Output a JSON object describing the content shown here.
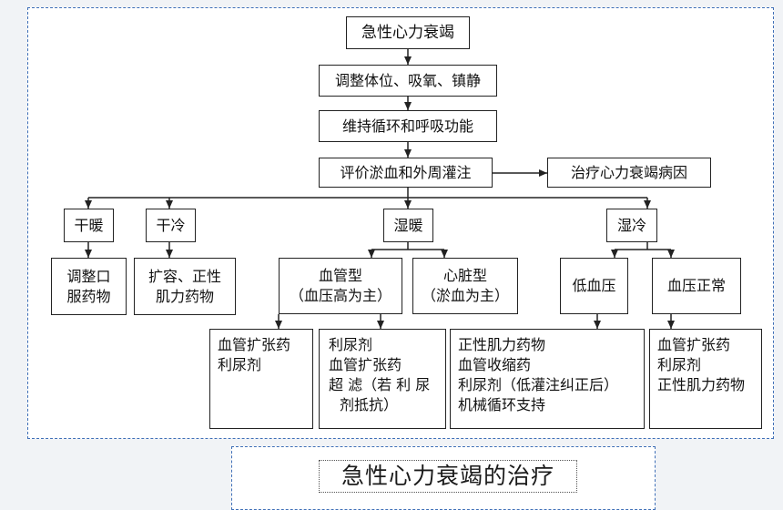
{
  "title": "急性心力衰竭",
  "caption": "急性心力衰竭的治疗",
  "steps": {
    "s1": "调整体位、吸氧、镇静",
    "s2": "维持循环和呼吸功能",
    "s3": "评价淤血和外周灌注",
    "side": "治疗心力衰竭病因"
  },
  "categories": {
    "dry_warm": "干暖",
    "dry_cold": "干冷",
    "wet_warm": "湿暖",
    "wet_cold": "湿冷"
  },
  "dry_warm_tx": [
    "调整口",
    "服药物"
  ],
  "dry_cold_tx": [
    "扩容、正性",
    "肌力药物"
  ],
  "vascular": [
    "血管型",
    "（血压高为主）"
  ],
  "cardiac": [
    "心脏型",
    "（淤血为主）"
  ],
  "low_bp": "低血压",
  "normal_bp": "血压正常",
  "vascular_tx": [
    "血管扩张药",
    "利尿剂"
  ],
  "cardiac_tx": [
    "利尿剂",
    "血管扩张药",
    "超 滤（若 利 尿",
    "剂抵抗）"
  ],
  "low_bp_tx": [
    "正性肌力药物",
    "血管收缩药",
    "利尿剂（低灌注纠正后）",
    "机械循环支持"
  ],
  "normal_bp_tx": [
    "血管扩张药",
    "利尿剂",
    "正性肌力药物"
  ]
}
